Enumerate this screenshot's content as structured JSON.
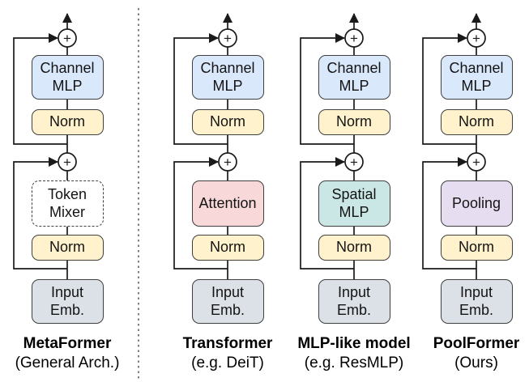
{
  "figure_name": "MetaFormer architecture comparison",
  "colors": {
    "channel_mlp": "#dae8fc",
    "norm": "#fff2cc",
    "input_emb": "#dbe1e6",
    "token_mixer": "#ffffff",
    "attention": "#f8d8d8",
    "spatial_mlp": "#cbe7e5",
    "pooling": "#e6def0",
    "box_border": "#3f3f3f",
    "line": "#1a1a1a",
    "separator": "#4a4a4a"
  },
  "icons": {
    "add_symbol": "+"
  },
  "columns": [
    {
      "id": "metaformer",
      "title": "MetaFormer",
      "subtitle": "(General Arch.)",
      "channel_mlp": "Channel MLP",
      "norm_top": "Norm",
      "mixer": "Token Mixer",
      "mixer_fill": "#ffffff",
      "norm_bottom": "Norm",
      "input": "Input Emb."
    },
    {
      "id": "transformer",
      "title": "Transformer",
      "subtitle": "(e.g. DeiT)",
      "channel_mlp": "Channel MLP",
      "norm_top": "Norm",
      "mixer": "Attention",
      "mixer_fill": "#f8d8d8",
      "norm_bottom": "Norm",
      "input": "Input Emb."
    },
    {
      "id": "mlp-like-model",
      "title": "MLP-like model",
      "subtitle": "(e.g. ResMLP)",
      "channel_mlp": "Channel MLP",
      "norm_top": "Norm",
      "mixer": "Spatial MLP",
      "mixer_fill": "#cbe7e5",
      "norm_bottom": "Norm",
      "input": "Input Emb."
    },
    {
      "id": "poolformer",
      "title": "PoolFormer",
      "subtitle": "(Ours)",
      "channel_mlp": "Channel MLP",
      "norm_top": "Norm",
      "mixer": "Pooling",
      "mixer_fill": "#e6def0",
      "norm_bottom": "Norm",
      "input": "Input Emb."
    }
  ]
}
